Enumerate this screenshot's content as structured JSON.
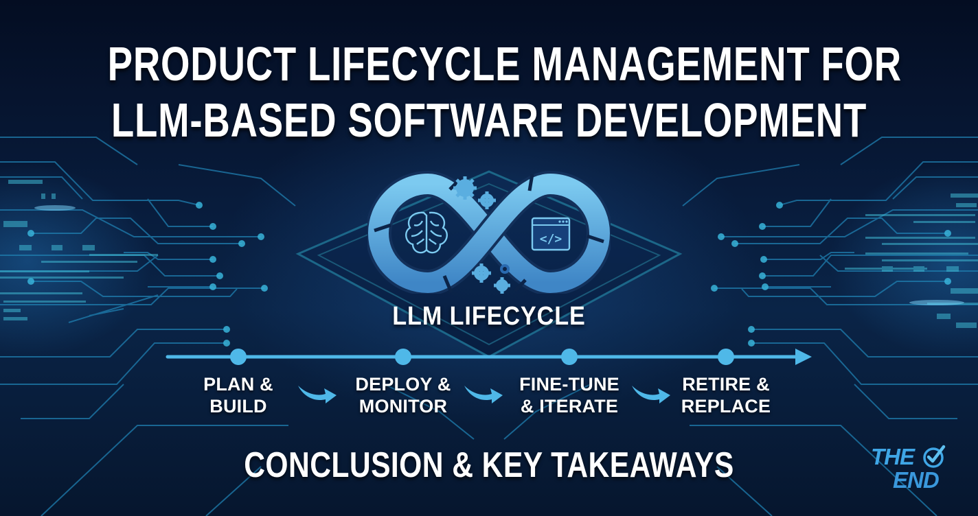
{
  "title": {
    "line1": "PRODUCT LIFECYCLE MANAGEMENT FOR",
    "line2": "LLM-BASED SOFTWARE DEVELOPMENT"
  },
  "logo": {
    "label": "LLM LIFECYCLE",
    "icons": [
      "infinity-loop-icon",
      "brain-icon",
      "code-window-icon",
      "gear-icon"
    ]
  },
  "timeline": {
    "stages": [
      {
        "line1": "PLAN &",
        "line2": "BUILD"
      },
      {
        "line1": "DEPLOY &",
        "line2": "MONITOR"
      },
      {
        "line1": "FINE-TUNE",
        "line2": "& ITERATE"
      },
      {
        "line1": "RETIRE &",
        "line2": "REPLACE"
      }
    ]
  },
  "subtitle": "CONCLUSION & KEY TAKEAWAYS",
  "badge": {
    "line1": "THE",
    "line2": "END",
    "icon": "check-circle-icon"
  },
  "colors": {
    "background": "#061530",
    "accent": "#4fb8e8",
    "circuit": "#2f86b8",
    "text": "#ffffff"
  }
}
